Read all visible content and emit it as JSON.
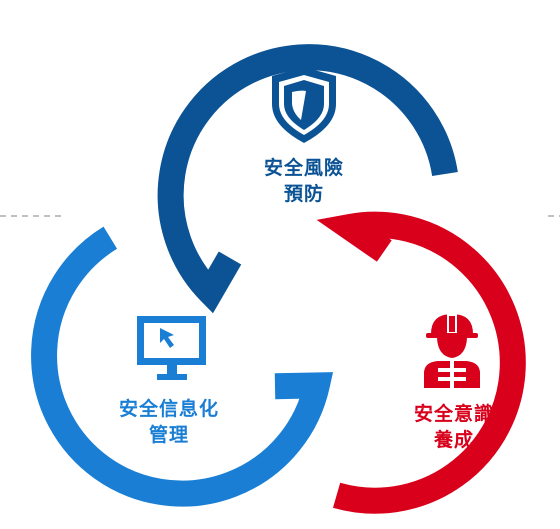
{
  "colors": {
    "navy": "#0B5394",
    "blue": "#1A7FD4",
    "red": "#D9001B",
    "dash": "#9a9a9a"
  },
  "sections": [
    {
      "id": "prevention",
      "line1": "安全風險",
      "line2": "預防",
      "color": "#0B5394",
      "icon": "shield-icon"
    },
    {
      "id": "informatization",
      "line1": "安全信息化",
      "line2": "管理",
      "color": "#1A7FD4",
      "icon": "monitor-cursor-icon"
    },
    {
      "id": "awareness",
      "line1": "安全意識",
      "line2": "養成",
      "color": "#D9001B",
      "icon": "hardhat-worker-icon"
    }
  ]
}
